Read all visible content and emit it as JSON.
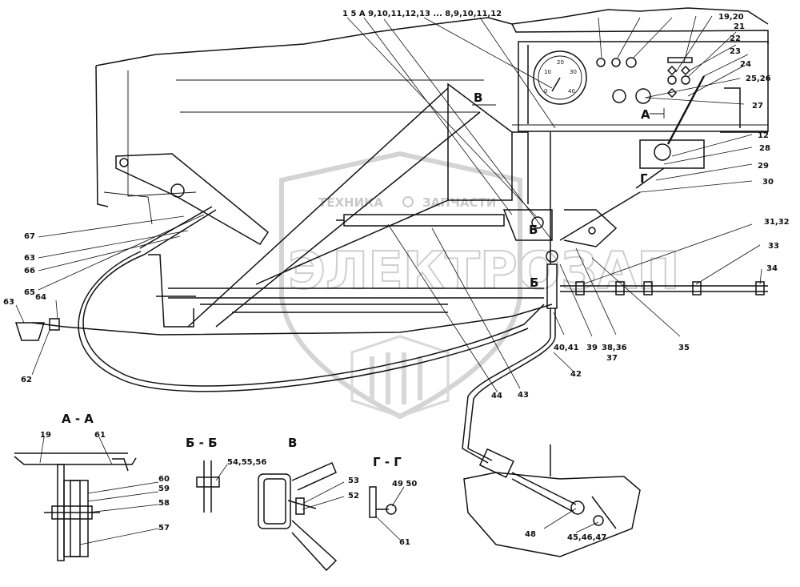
{
  "watermark": {
    "brand_left": "ТЕХНИКА",
    "brand_right": "ЗАПЧАСТИ",
    "logo_text": "ЭЛЕКТРОЗАП"
  },
  "header": {
    "top_refs": "1 5 A 9,10,11,12,13 ... 8,9,10,11,12"
  },
  "sections": {
    "a_a": "А - А",
    "b_b": "Б - Б",
    "v": "В",
    "g_g": "Г - Г",
    "v_marker": "В",
    "a_marker": "А",
    "g_marker": "Г",
    "b_marker": "Б"
  },
  "callouts": {
    "c1920": "19,20",
    "c21": "21",
    "c22": "22",
    "c23": "23",
    "c24": "24",
    "c2526": "25,26",
    "c27": "27",
    "c12": "12",
    "c28": "28",
    "c29": "29",
    "c30": "30",
    "c3132": "31,32",
    "c33": "33",
    "c34": "34",
    "c35": "35",
    "c3836": "38,36",
    "c37": "37",
    "c39": "39",
    "c4041": "40,41",
    "c42": "42",
    "c43": "43",
    "c44": "44",
    "c67": "67",
    "c63a": "63",
    "c66": "66",
    "c65": "65",
    "c64": "64",
    "c63b": "63",
    "c62": "62",
    "c19": "19",
    "c61a": "61",
    "c60": "60",
    "c59": "59",
    "c58": "58",
    "c57": "57",
    "c545556": "54,55,56",
    "c53": "53",
    "c52": "52",
    "c4950": "49 50",
    "c61b": "61",
    "c48": "48",
    "c454647": "45,46,47"
  },
  "gauge": {
    "scale_mid": "20",
    "scale_low": "10",
    "scale_high": "30",
    "scale_end": "40",
    "scale_zero": "0"
  }
}
